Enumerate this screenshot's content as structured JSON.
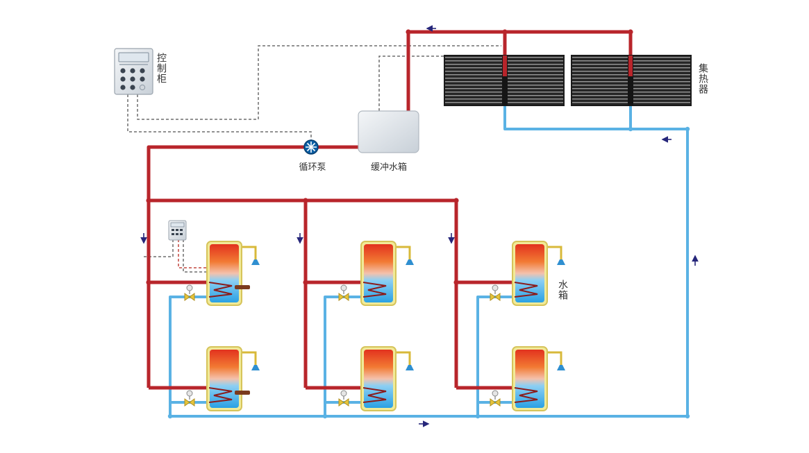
{
  "labels": {
    "control_cabinet": "控制柜",
    "collector": "集热器",
    "pump": "循环泵",
    "buffer_tank": "缓冲水箱",
    "water_tank": "水箱"
  },
  "colors": {
    "hot_pipe": "#b8252b",
    "cold_pipe": "#5ab2e4",
    "signal_line": "#6d6d6d",
    "flow_arrow": "#26267a",
    "background": "#ffffff"
  },
  "icons": {
    "control_cabinet": "control-panel-icon",
    "pump": "pump-icon",
    "buffer_tank": "buffer-tank-icon",
    "collector": "solar-collector-icon",
    "water_tank": "water-tank-icon",
    "valve": "valve-icon",
    "tap": "tap-icon"
  }
}
